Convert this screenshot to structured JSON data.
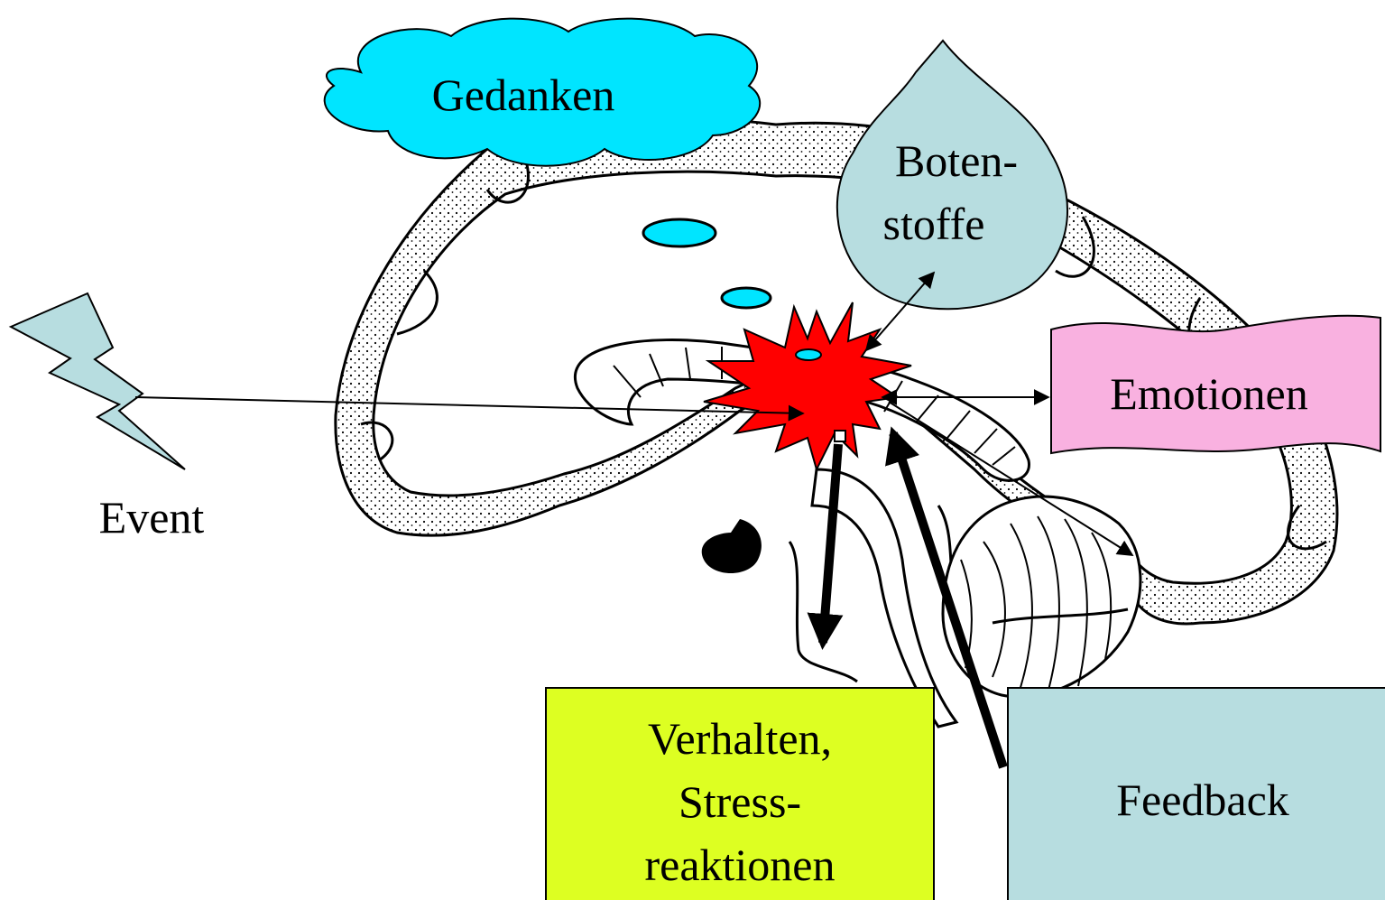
{
  "labels": {
    "gedanken": "Gedanken",
    "botenstoffe_line1": "Boten-",
    "botenstoffe_line2": "stoffe",
    "emotionen": "Emotionen",
    "event": "Event",
    "verhalten_line1": "Verhalten,",
    "verhalten_line2": "Stress-",
    "verhalten_line3": "reaktionen",
    "feedback": "Feedback"
  },
  "colors": {
    "gedanken_cloud": "#00e5ff",
    "botenstoffe_bubble": "#b7dde0",
    "emotionen_banner": "#f9b1e0",
    "verhalten_box": "#ddff22",
    "feedback_box": "#b7dde0",
    "lightning": "#b7dde0",
    "starburst": "#ff0000",
    "ventricles": "#00e5ff"
  },
  "icons": {
    "event": "lightning-icon",
    "center": "starburst-icon"
  }
}
